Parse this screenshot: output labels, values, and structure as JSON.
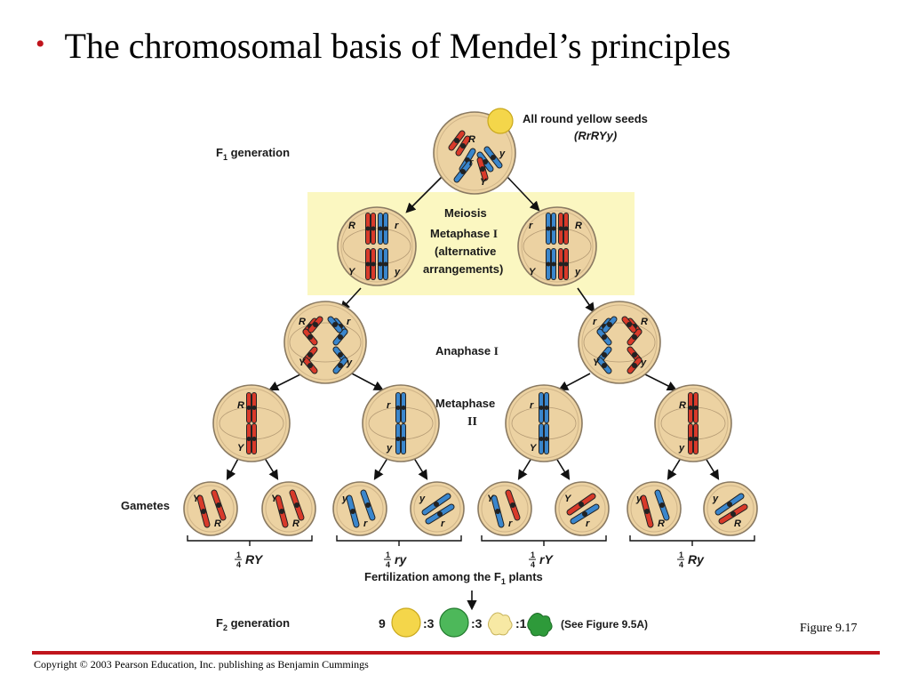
{
  "title": "The chromosomal basis of Mendel’s principles",
  "figure_label": "Figure 9.17",
  "copyright": "Copyright © 2003 Pearson Education, Inc. publishing as Benjamin Cummings",
  "colors": {
    "accent_red": "#c0141c",
    "cell": "#ecd2a2",
    "highlight": "#fbf7c1",
    "red_chromosome": "#d83a2a",
    "blue_chromosome": "#3a86cc"
  },
  "diagram": {
    "parent_label": "All round yellow seeds",
    "parent_genotype": "(RrRYy)",
    "f1_label": "F",
    "f1_sub": "1",
    "f1_suffix": " generation",
    "meiosis": "Meiosis",
    "metaphase1": "Metaphase ",
    "roman1": "I",
    "alt1": "(alternative",
    "alt2": "arrangements)",
    "anaphase": "Anaphase ",
    "metaphase2": "Metaphase",
    "roman2": "II",
    "gametes": "Gametes",
    "fraction": "1/4",
    "frac_num": "1",
    "frac_den": "4",
    "gamete_types": [
      "RY",
      "ry",
      "rY",
      "Ry"
    ],
    "fertilization": "Fertilization among the F",
    "fertilization_sub": "1",
    "fertilization_suffix": " plants",
    "f2_label": "F",
    "f2_sub": "2",
    "f2_suffix": " generation",
    "ratio": [
      "9",
      ":3",
      ":3",
      ":1"
    ],
    "see_figure": "(See Figure 9.5A)",
    "alleles": {
      "R": "R",
      "r": "r",
      "Y": "Y",
      "y": "y"
    }
  }
}
